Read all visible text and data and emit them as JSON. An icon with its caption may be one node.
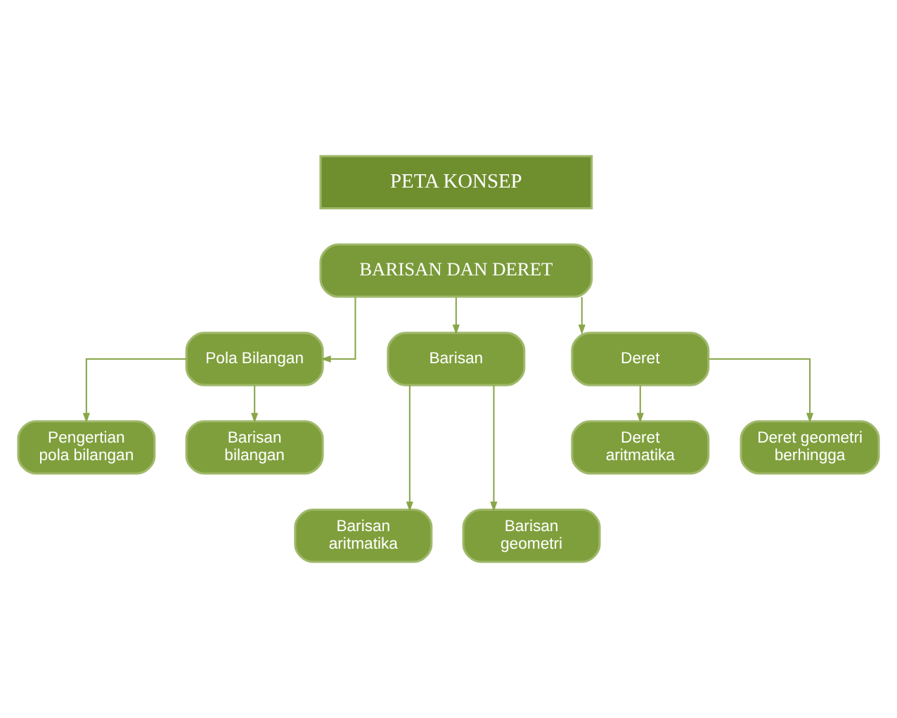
{
  "diagram": {
    "nodes": [
      {
        "text": [
          "PETA KONSEP"
        ]
      },
      {
        "text": [
          "BARISAN DAN DERET"
        ]
      },
      {
        "text": [
          "Pola Bilangan"
        ]
      },
      {
        "text": [
          "Barisan"
        ]
      },
      {
        "text": [
          "Deret"
        ]
      },
      {
        "text": [
          "Pengertian pola bilangan"
        ]
      },
      {
        "text": [
          "Barisan bilangan"
        ]
      },
      {
        "text": [
          "Deret aritmatika"
        ]
      },
      {
        "text": [
          "Deret geometri berhingga"
        ]
      },
      {
        "text": [
          "Barisan aritmatika"
        ]
      },
      {
        "text": [
          "Barisan geometri"
        ]
      }
    ],
    "edges": [
      {
        "from": 1,
        "to": 2,
        "arrow": "to"
      },
      {
        "from": 1,
        "to": 3,
        "arrow": "to"
      },
      {
        "from": 1,
        "to": 4,
        "arrow": "to"
      },
      {
        "from": 2,
        "to": 5,
        "arrow": "to"
      },
      {
        "from": 2,
        "to": 6,
        "arrow": "to"
      },
      {
        "from": 4,
        "to": 7,
        "arrow": "to"
      },
      {
        "from": 4,
        "to": 8,
        "arrow": "to"
      },
      {
        "from": 3,
        "to": 9,
        "arrow": "to"
      },
      {
        "from": 3,
        "to": 10,
        "arrow": "to"
      }
    ]
  }
}
